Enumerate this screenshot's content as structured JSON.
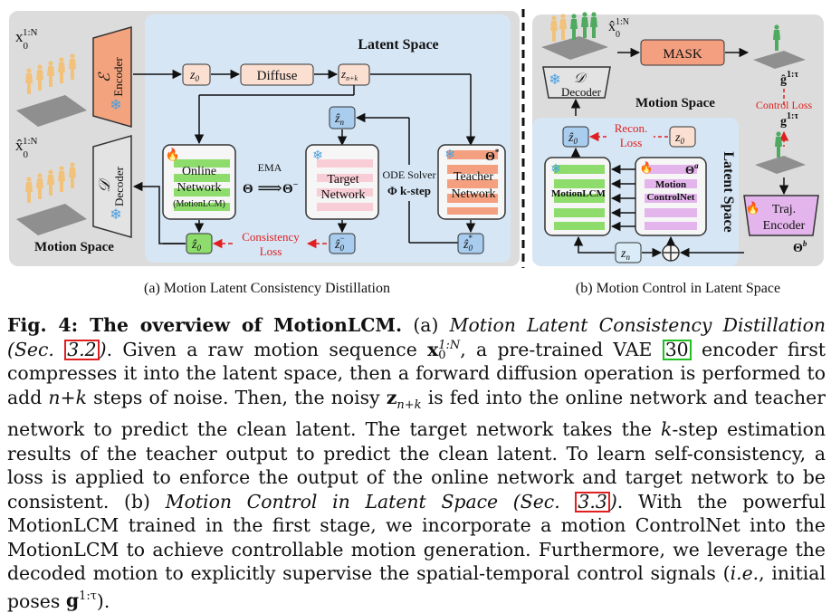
{
  "left_panel": {
    "latent_space_title": "Latent Space",
    "motion_space_label": "Motion Space",
    "input_var": "x",
    "input_sup": "1:N",
    "input_sub": "0",
    "output_var": "x̂",
    "encoder_letter": "ℰ",
    "encoder_label": "Encoder",
    "decoder_letter": "𝒟",
    "decoder_label": "Decoder",
    "z0": "z",
    "z0_sub": "0",
    "diffuse_label": "Diffuse",
    "znk": "z",
    "znk_sub": "n+k",
    "zn_hat": "ẑ",
    "zn_hat_sub": "n",
    "online_network_label": [
      "Online",
      "Network"
    ],
    "online_network_sub": "(MotionLCM)",
    "ema_label": "EMA",
    "theta": "Θ",
    "theta_minus": "Θ",
    "theta_minus_sup": "−",
    "target_network_label": [
      "Target",
      "Network"
    ],
    "ode_solver_label": "ODE Solver",
    "phi_label": "Φ k-step",
    "teacher_network_label": [
      "Teacher",
      "Network"
    ],
    "theta_star": "Θ",
    "theta_star_sup": "*",
    "z0_hat": "ẑ",
    "z0_hat_sub": "0",
    "z0_hat_minus_sup": "−",
    "z0_hat_star_sup": "*",
    "consistency_loss_label": [
      "Consistency",
      "Loss"
    ]
  },
  "right_panel": {
    "input_var": "x̂",
    "input_sup": "1:N",
    "input_sub": "0",
    "mask_label": "MASK",
    "g_var": "ĝ",
    "g_sup": "1:τ",
    "g_plain": "g",
    "control_loss_label": "Control Loss",
    "decoder_letter": "𝒟",
    "decoder_label": "Decoder",
    "motion_space_label": "Motion Space",
    "latent_space_title": "Latent Space",
    "recon_loss_label": [
      "Recon.",
      "Loss"
    ],
    "motionlcm_label": "MotionLCM",
    "controlnet_label": [
      "Motion",
      "ControlNet"
    ],
    "theta_a": "Θ",
    "theta_a_sup": "a",
    "zn": "z",
    "zn_sub": "n",
    "traj_encoder_label": [
      "Traj.",
      "Encoder"
    ],
    "theta_b": "Θ",
    "theta_b_sup": "b",
    "z0_hat": "ẑ",
    "z0_hat_sub": "0",
    "z0": "z",
    "z0_sub": "0"
  },
  "subcaptions": {
    "a": "(a) Motion Latent Consistency Distillation",
    "b": "(b) Motion Control in Latent Space"
  },
  "caption": {
    "fig_label": "Fig. 4: The overview of MotionLCM.",
    "p1": " (a) ",
    "p1_it": "Motion Latent Consistency Distillation (Sec. ",
    "ref1": "3.2",
    "p1_it_end": ")",
    "p2": ". Given a raw motion sequence ",
    "x_math": "x",
    "x_sup": "1:N",
    "x_sub": "0",
    "p3": ", a pre-trained VAE ",
    "cite": "30",
    "p4": " encoder first compresses it into the latent space, then a forward diffusion operation is performed to add ",
    "nk_math": "n+k",
    "p5": " steps of noise. Then, the noisy ",
    "z_math": "z",
    "z_sub": "n+k",
    "p6": " is fed into the online network and teacher network to predict the clean latent. The target network takes the ",
    "k_math": "k",
    "p7": "-step estimation results of the teacher output to predict the clean latent. To learn self-consistency, a loss is applied to enforce the output of the online network and target network to be consistent. (b) ",
    "p8_it": "Motion Control in Latent Space (Sec. ",
    "ref2": "3.3",
    "p8_it_end": ")",
    "p9": ". With the powerful MotionLCM trained in the first stage, we incorporate a motion ControlNet into the MotionLCM to achieve controllable motion generation. Furthermore, we leverage the decoded motion to explicitly supervise the spatial-temporal control signals (",
    "ie": "i.e.",
    "p10": ", initial poses ",
    "g_math": "g",
    "g_sup": "1:τ",
    "p11": ")."
  },
  "colors": {
    "panel_grey": "#dcdcdc",
    "latent_blue": "#d6e6f5",
    "encoder_orange": "#f3a47e",
    "decoder_grey": "#e3e3e3",
    "green_fill": "#8ddc6c",
    "pink_fill": "#f8cdd5",
    "teacher_orange": "#f4a080",
    "blue_box": "#a9cdee",
    "peach_box": "#fbe0d2",
    "purple_fill": "#e3b5ec",
    "loss_red": "#e02020"
  }
}
